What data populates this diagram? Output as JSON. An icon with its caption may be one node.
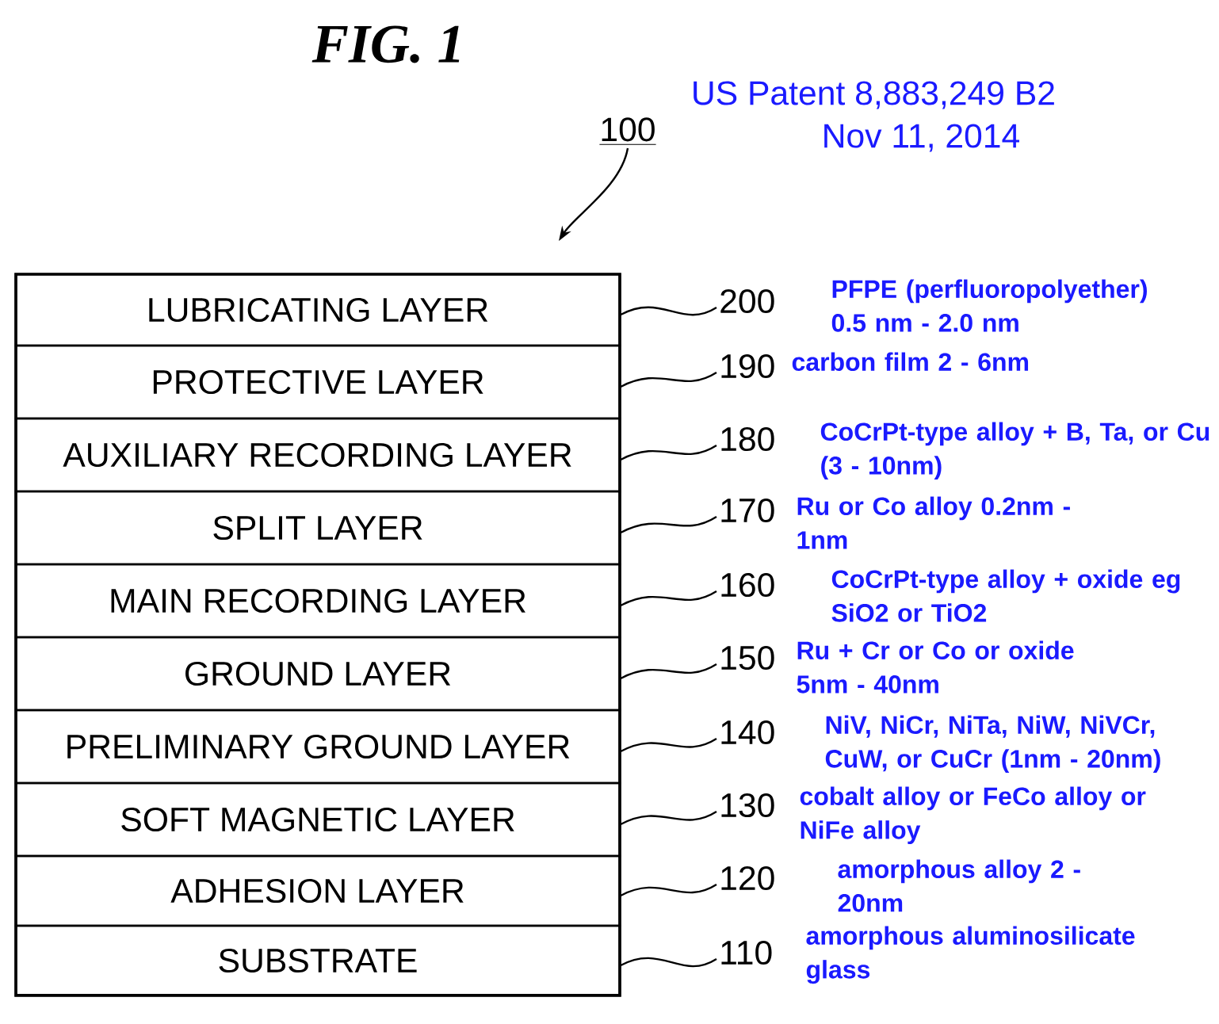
{
  "diagram": {
    "title": "FIG. 1",
    "nodes": [
      {
        "text": [
          "100"
        ]
      },
      {
        "text": [],
        "shape": "box"
      },
      {
        "text": [
          "LUBRICATING LAYER"
        ],
        "in": 1
      },
      {
        "text": [
          "PROTECTIVE LAYER"
        ],
        "in": 1
      },
      {
        "text": [
          "AUXILIARY RECORDING LAYER"
        ],
        "in": 1
      },
      {
        "text": [
          "SPLIT LAYER"
        ],
        "in": 1
      },
      {
        "text": [
          "MAIN RECORDING LAYER"
        ],
        "in": 1
      },
      {
        "text": [
          "GROUND LAYER"
        ],
        "in": 1
      },
      {
        "text": [
          "PRELIMINARY GROUND LAYER"
        ],
        "in": 1
      },
      {
        "text": [
          "SOFT MAGNETIC LAYER"
        ],
        "in": 1
      },
      {
        "text": [
          "ADHESION LAYER"
        ],
        "in": 1
      },
      {
        "text": [
          "SUBSTRATE"
        ],
        "in": 1
      },
      {
        "text": [
          "200"
        ],
        "beside": [
          "PFPE (perfluoropolyether) 0.5 nm - 2.0 nm"
        ]
      },
      {
        "text": [
          "190"
        ],
        "beside": [
          "carbon film 2 - 6nm"
        ]
      },
      {
        "text": [
          "180"
        ],
        "beside": [
          "CoCrPt-type alloy + B, Ta, or Cu (3 - 10nm)"
        ]
      },
      {
        "text": [
          "170"
        ],
        "beside": [
          "Ru or Co alloy 0.2nm - 1nm"
        ]
      },
      {
        "text": [
          "160"
        ],
        "beside": [
          "CoCrPt-type alloy + oxide eg SiO2 or TiO2"
        ]
      },
      {
        "text": [
          "150"
        ],
        "beside": [
          "Ru + Cr or Co or oxide 5nm - 40nm"
        ]
      },
      {
        "text": [
          "140"
        ],
        "beside": [
          "NiV, NiCr, NiTa, NiW, NiVCr, CuW, or CuCr (1nm - 20nm)"
        ]
      },
      {
        "text": [
          "130"
        ],
        "beside": [
          "cobalt alloy or FeCo alloy or NiFe alloy"
        ]
      },
      {
        "text": [
          "120"
        ],
        "beside": [
          "amorphous alloy 2 - 20nm"
        ]
      },
      {
        "text": [
          "110"
        ],
        "beside": [
          "amorphous aluminosilicate glass"
        ]
      }
    ],
    "edges": [
      {
        "from": 0,
        "to": 1,
        "arrow": "to"
      },
      {
        "from": 12,
        "to": 2,
        "arrow": "none"
      },
      {
        "from": 13,
        "to": 3,
        "arrow": "none"
      },
      {
        "from": 14,
        "to": 4,
        "arrow": "none"
      },
      {
        "from": 15,
        "to": 5,
        "arrow": "none"
      },
      {
        "from": 16,
        "to": 6,
        "arrow": "none"
      },
      {
        "from": 17,
        "to": 7,
        "arrow": "none"
      },
      {
        "from": 18,
        "to": 8,
        "arrow": "none"
      },
      {
        "from": 19,
        "to": 9,
        "arrow": "none"
      },
      {
        "from": 20,
        "to": 10,
        "arrow": "none"
      },
      {
        "from": 21,
        "to": 11,
        "arrow": "none"
      }
    ],
    "labels": [
      "US Patent 8,883,249 B2",
      "Nov 11, 2014"
    ]
  }
}
